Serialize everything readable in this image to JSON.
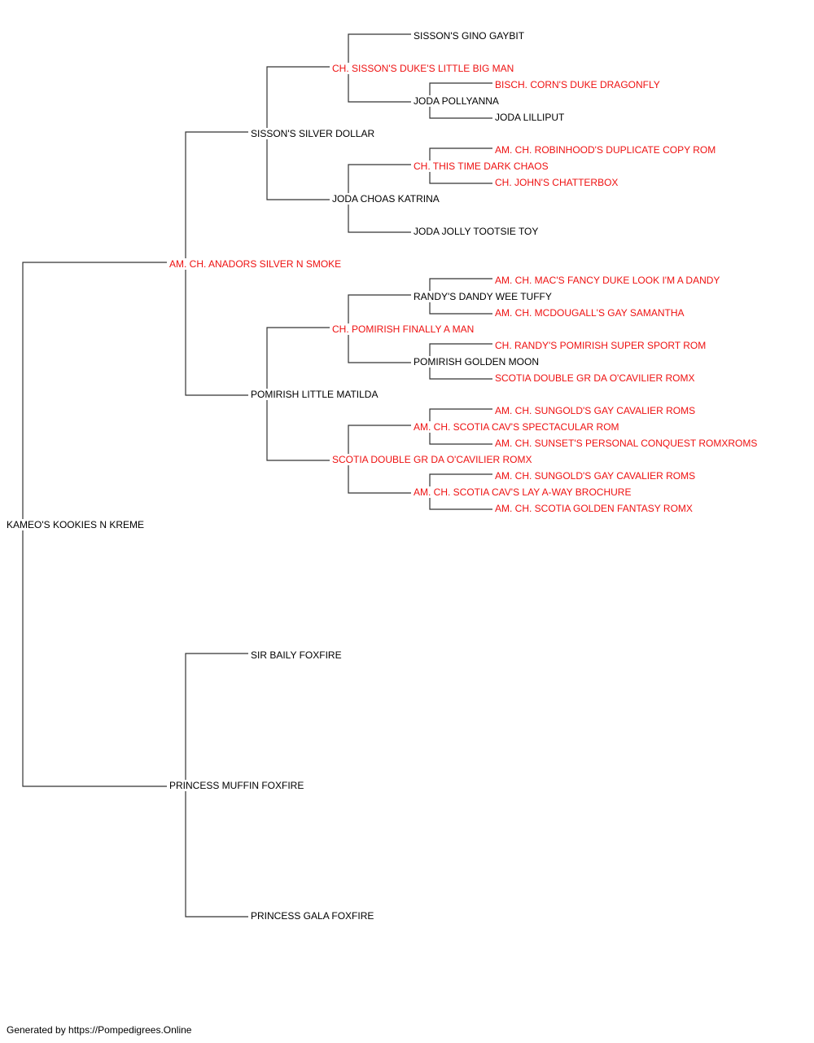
{
  "pedigree": {
    "subject": {
      "name": "KAMEO'S KOOKIES N KREME",
      "champion": false
    },
    "sire": {
      "name": "AM. CH. ANADORS SILVER N SMOKE",
      "champion": true
    },
    "dam": {
      "name": "PRINCESS MUFFIN FOXFIRE",
      "champion": false
    },
    "sire_sire": {
      "name": "SISSON'S SILVER DOLLAR",
      "champion": false
    },
    "sire_dam": {
      "name": "POMIRISH LITTLE MATILDA",
      "champion": false
    },
    "dam_sire": {
      "name": "SIR BAILY FOXFIRE",
      "champion": false
    },
    "dam_dam": {
      "name": "PRINCESS GALA FOXFIRE",
      "champion": false
    },
    "ss_sire": {
      "name": "CH. SISSON'S DUKE'S LITTLE BIG MAN",
      "champion": true
    },
    "ss_dam": {
      "name": "JODA CHOAS KATRINA",
      "champion": false
    },
    "sd_sire": {
      "name": "CH. POMIRISH FINALLY A MAN",
      "champion": true
    },
    "sd_dam": {
      "name": "SCOTIA DOUBLE GR DA O'CAVILIER ROMX",
      "champion": true
    },
    "sss_sire": {
      "name": "SISSON'S GINO GAYBIT",
      "champion": false
    },
    "sss_dam": {
      "name": "JODA POLLYANNA",
      "champion": false
    },
    "ssd_sire": {
      "name": "CH. THIS TIME DARK CHAOS",
      "champion": true
    },
    "ssd_dam": {
      "name": "JODA JOLLY TOOTSIE TOY",
      "champion": false
    },
    "sds_sire": {
      "name": "RANDY'S DANDY WEE TUFFY",
      "champion": false
    },
    "sds_dam": {
      "name": "POMIRISH GOLDEN MOON",
      "champion": false
    },
    "sdd_sire": {
      "name": "AM. CH. SCOTIA CAV'S SPECTACULAR ROM",
      "champion": true
    },
    "sdd_dam": {
      "name": "AM. CH. SCOTIA CAV'S LAY A-WAY BROCHURE",
      "champion": true
    },
    "sssd_sire": {
      "name": "BISCH. CORN'S DUKE DRAGONFLY",
      "champion": true
    },
    "sssd_dam": {
      "name": "JODA LILLIPUT",
      "champion": false
    },
    "ssds_sire": {
      "name": "AM. CH. ROBINHOOD'S DUPLICATE COPY ROM",
      "champion": true
    },
    "ssds_dam": {
      "name": "CH. JOHN'S CHATTERBOX",
      "champion": true
    },
    "sdss_sire": {
      "name": "AM. CH. MAC'S FANCY DUKE LOOK I'M A DANDY",
      "champion": true
    },
    "sdss_dam": {
      "name": "AM. CH. MCDOUGALL'S GAY SAMANTHA",
      "champion": true
    },
    "sdsd_sire": {
      "name": "CH. RANDY'S POMIRISH SUPER SPORT ROM",
      "champion": true
    },
    "sdsd_dam": {
      "name": "SCOTIA DOUBLE GR DA O'CAVILIER ROMX",
      "champion": true
    },
    "sdds_sire": {
      "name": "AM. CH. SUNGOLD'S GAY CAVALIER ROMS",
      "champion": true
    },
    "sdds_dam": {
      "name": "AM. CH. SUNSET'S PERSONAL CONQUEST ROMXROMS",
      "champion": true
    },
    "sddd_sire": {
      "name": "AM. CH. SUNGOLD'S GAY CAVALIER ROMS",
      "champion": true
    },
    "sddd_dam": {
      "name": "AM. CH. SCOTIA GOLDEN FANTASY ROMX",
      "champion": true
    }
  },
  "colors": {
    "champion": "#ee1111",
    "normal": "#000000",
    "line": "#333333"
  },
  "footer": "Generated by https://Pompedigrees.Online"
}
